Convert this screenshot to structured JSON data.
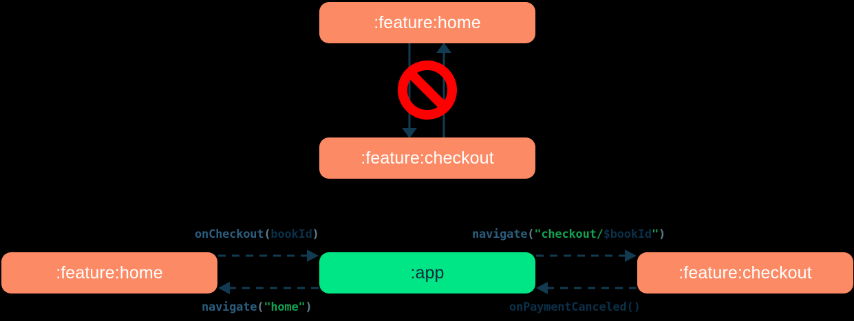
{
  "diagram": {
    "title": "",
    "background_color": "#000000",
    "colors": {
      "module_node": "#FC8A64",
      "app_node": "#00E585",
      "node_text_light": "#FFFFFF",
      "node_text_dark": "#0B2B3B",
      "arrow": "#123B52",
      "forbidden_sign": "#FF0000",
      "code_function": "#2B5E7E",
      "code_punct": "#5F7D8C",
      "code_identifier": "#0B3049",
      "code_string": "#12A150"
    },
    "top_section": {
      "description": "direct dependency between feature modules marked as forbidden",
      "nodes": [
        {
          "id": "home-top",
          "label": ":feature:home",
          "color": "#FC8A64"
        },
        {
          "id": "checkout-top",
          "label": ":feature:checkout",
          "color": "#FC8A64"
        }
      ],
      "edges": [
        {
          "from": "home-top",
          "to": "checkout-top",
          "direction": "down",
          "style": "solid"
        },
        {
          "from": "checkout-top",
          "to": "home-top",
          "direction": "up",
          "style": "solid"
        }
      ],
      "badge": {
        "name": "forbidden-sign",
        "symbol": "no-entry"
      }
    },
    "bottom_section": {
      "description": "mediated navigation through the app module",
      "nodes": [
        {
          "id": "home-bottom",
          "label": ":feature:home",
          "color": "#FC8A64"
        },
        {
          "id": "app",
          "label": ":app",
          "color": "#00E585"
        },
        {
          "id": "checkout-bottom",
          "label": ":feature:checkout",
          "color": "#FC8A64"
        }
      ],
      "edges": [
        {
          "id": "home-to-app",
          "from": "home-bottom",
          "to": "app",
          "direction": "right",
          "style": "dashed",
          "label_text": "onCheckout(bookId)",
          "label_tokens": [
            {
              "text": "onCheckout",
              "role": "fn"
            },
            {
              "text": "(",
              "role": "punct"
            },
            {
              "text": "bookId",
              "role": "ident"
            },
            {
              "text": ")",
              "role": "punct"
            }
          ]
        },
        {
          "id": "app-to-checkout",
          "from": "app",
          "to": "checkout-bottom",
          "direction": "right",
          "style": "dashed",
          "label_text": "navigate(\"checkout/$bookId\")",
          "label_tokens": [
            {
              "text": "navigate",
              "role": "fn"
            },
            {
              "text": "(",
              "role": "punct"
            },
            {
              "text": "\"checkout/",
              "role": "str"
            },
            {
              "text": "$bookId",
              "role": "ident"
            },
            {
              "text": "\"",
              "role": "str"
            },
            {
              "text": ")",
              "role": "punct"
            }
          ]
        },
        {
          "id": "app-to-home",
          "from": "app",
          "to": "home-bottom",
          "direction": "left",
          "style": "dashed",
          "label_text": "navigate(\"home\")",
          "label_tokens": [
            {
              "text": "navigate",
              "role": "fn"
            },
            {
              "text": "(",
              "role": "punct"
            },
            {
              "text": "\"home\"",
              "role": "str"
            },
            {
              "text": ")",
              "role": "punct"
            }
          ]
        },
        {
          "id": "checkout-to-app",
          "from": "checkout-bottom",
          "to": "app",
          "direction": "left",
          "style": "dashed",
          "label_text": "onPaymentCanceled()",
          "label_tokens": [
            {
              "text": "onPaymentCanceled()",
              "role": "plain"
            }
          ]
        }
      ]
    }
  }
}
